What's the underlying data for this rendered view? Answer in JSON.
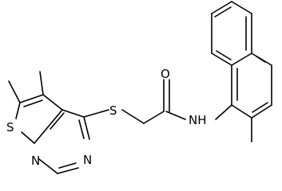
{
  "structure": {
    "atoms": {
      "S_ring": "S",
      "S_thio": "S",
      "N_1": "N",
      "N_2": "N",
      "O": "O",
      "NH": "NH"
    },
    "colors": {
      "bond": "#000000",
      "label": "#000000",
      "background": "#ffffff"
    }
  }
}
